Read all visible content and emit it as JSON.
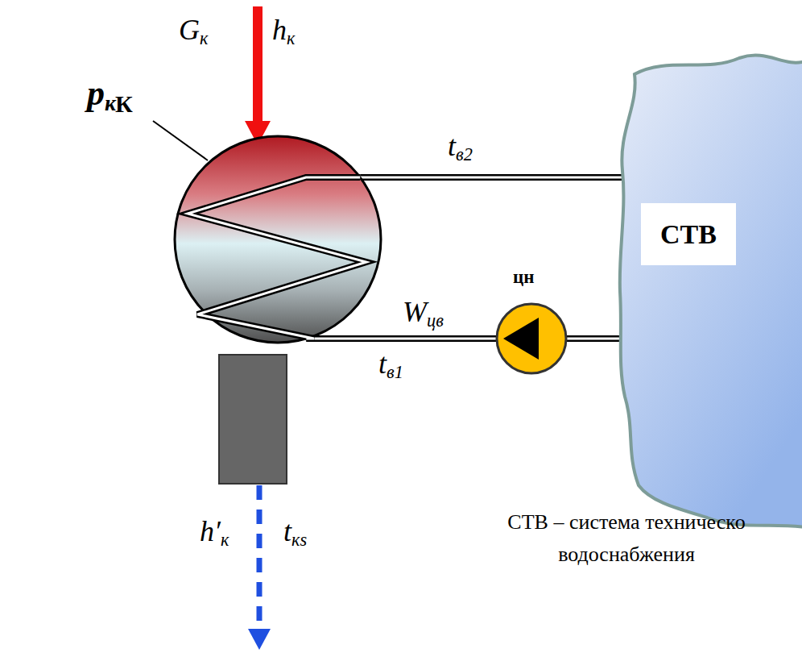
{
  "diagram": {
    "nodes": [
      {
        "text": [
          "К"
        ]
      },
      {
        "text": [
          "цн"
        ]
      },
      {
        "text": [
          "СТВ"
        ]
      }
    ],
    "edges": [
      {
        "from": 0,
        "to": 2,
        "arrow": "none",
        "label": "tв2"
      },
      {
        "from": 2,
        "to": 1,
        "arrow": "none"
      },
      {
        "from": 1,
        "to": 0,
        "arrow": "none",
        "label": "Wцв"
      }
    ],
    "labels": [
      "Gк",
      "hк",
      "pк",
      "tв1",
      "h′к",
      "tкs",
      "СТВ – система техническо водоснабжения"
    ]
  }
}
